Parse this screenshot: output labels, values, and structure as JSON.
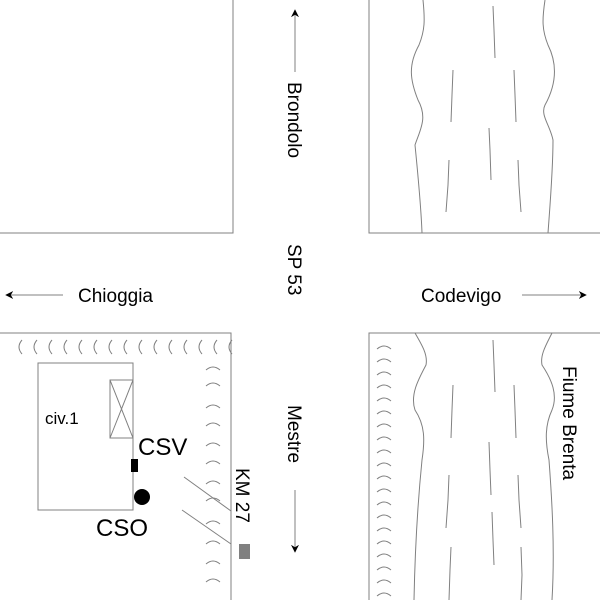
{
  "map": {
    "road_name": "SP 53",
    "directions": {
      "north": "Brondolo",
      "south": "Mestre",
      "west": "Chioggia",
      "east": "Codevigo"
    },
    "river_label": "Fiume Brenta",
    "building_label": "civ.1",
    "markers": {
      "csv": "CSV",
      "cso": "CSO",
      "km": "KM 27"
    },
    "colors": {
      "line": "#808080",
      "ink": "#000000",
      "km_marker": "#808080"
    }
  }
}
